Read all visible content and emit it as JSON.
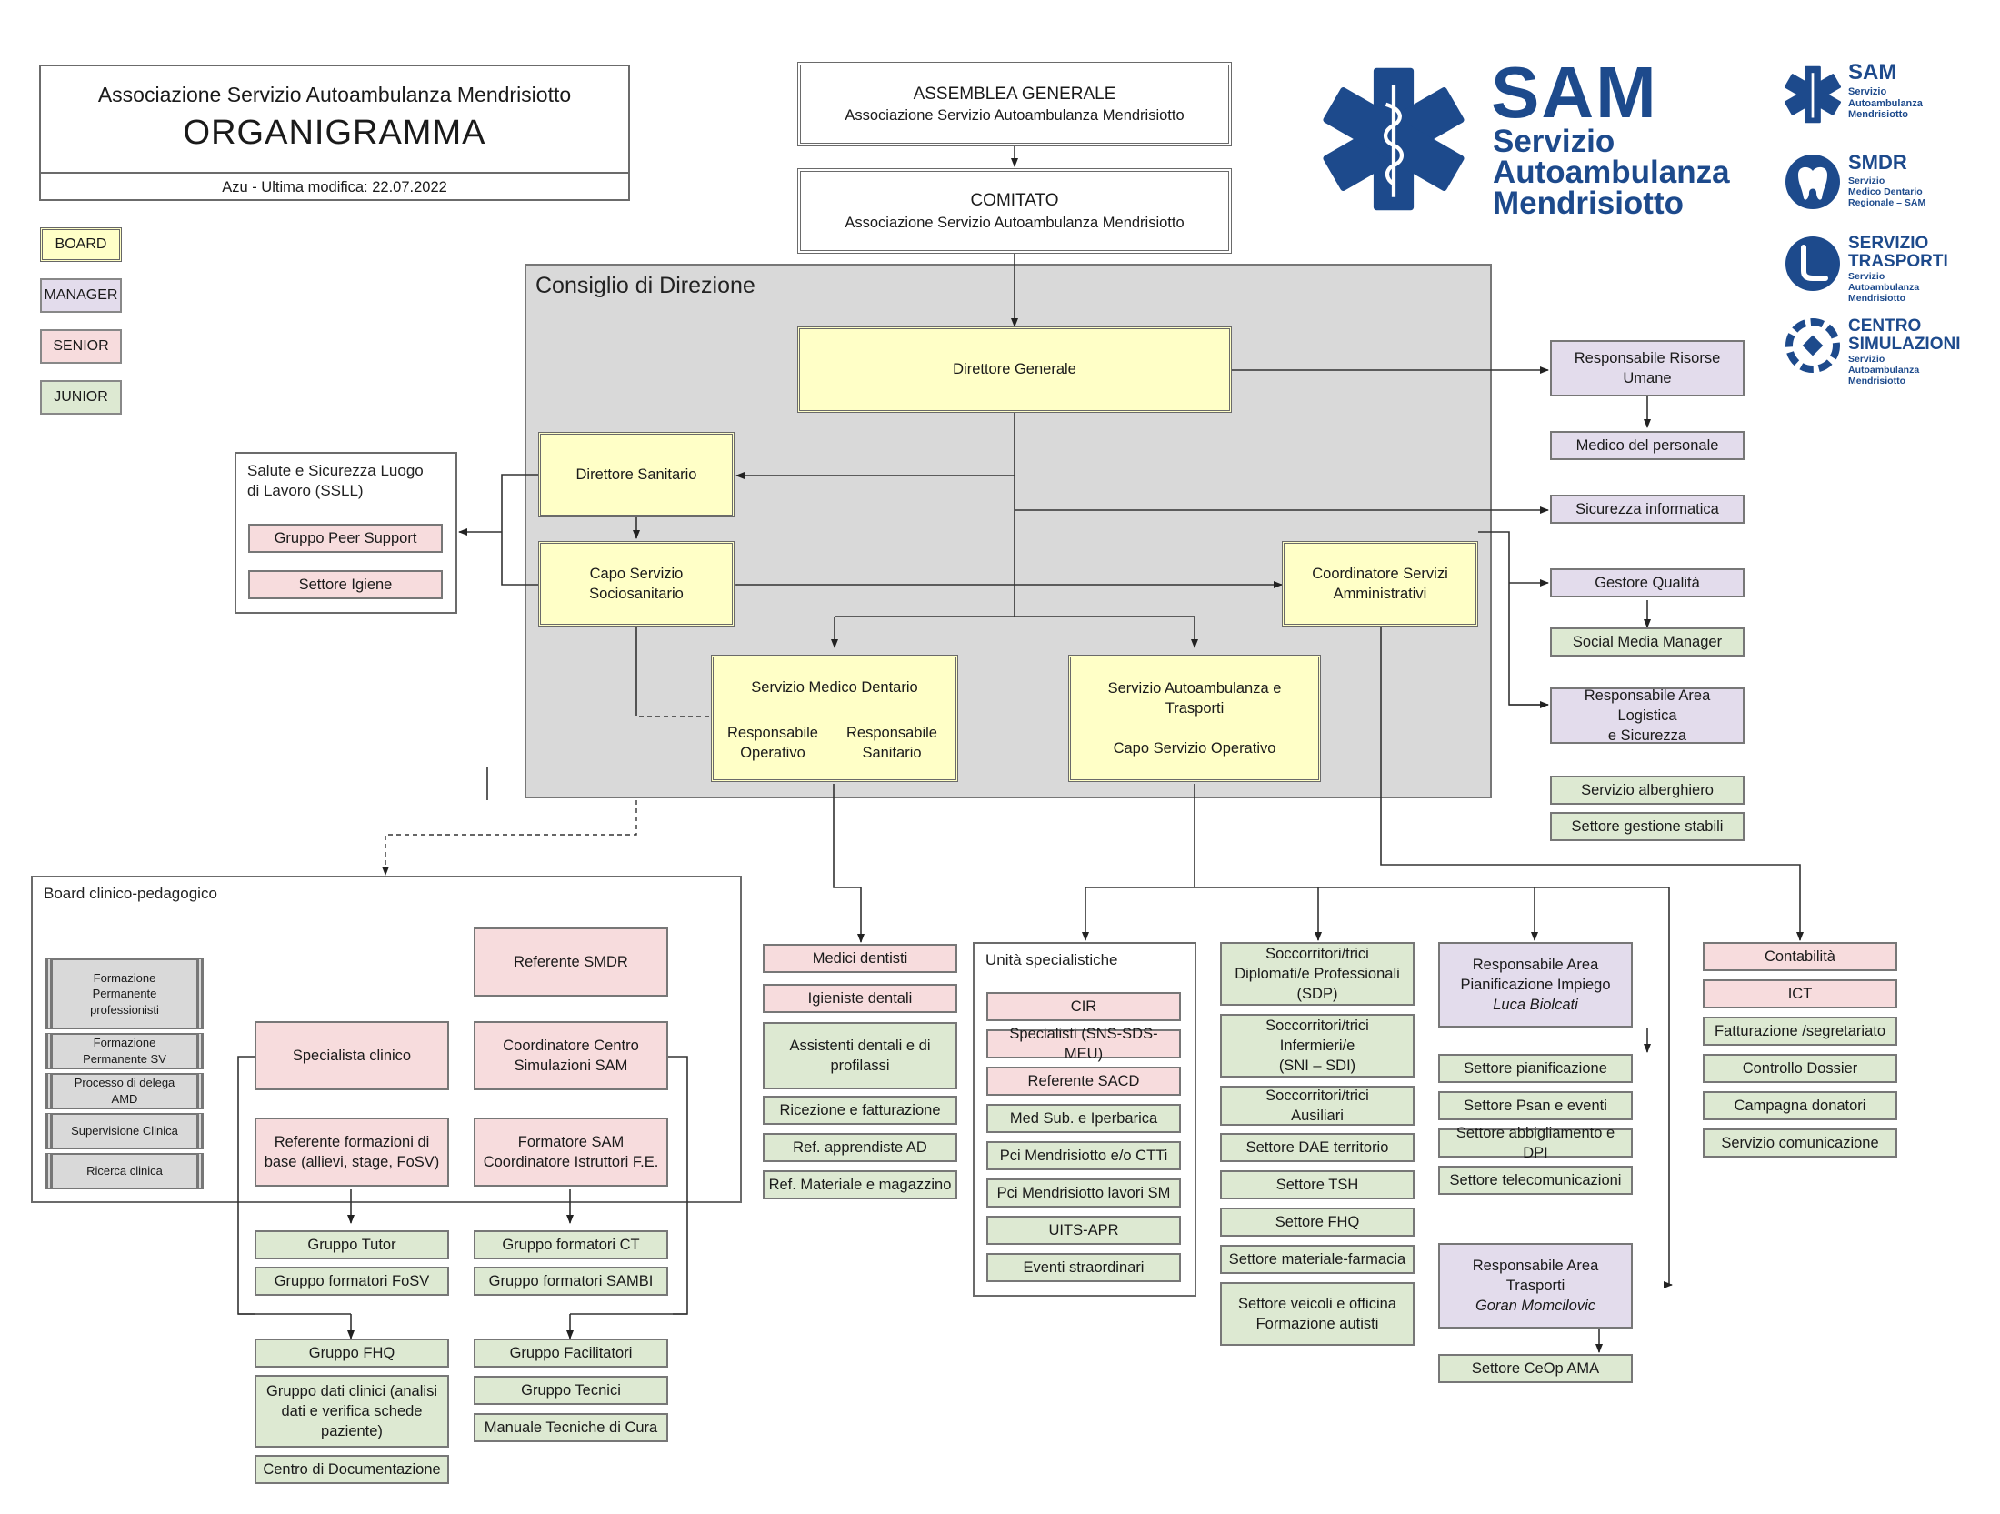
{
  "header": {
    "org": "Associazione Servizio Autoambulanza Mendrisiotto",
    "title": "ORGANIGRAMMA",
    "footer": "Azu - Ultima modifica: 22.07.2022"
  },
  "legend": [
    {
      "label": "BOARD",
      "color": "#ffffc7"
    },
    {
      "label": "MANAGER",
      "color": "#e3dcec"
    },
    {
      "label": "SENIOR",
      "color": "#f7dcdd"
    },
    {
      "label": "JUNIOR",
      "color": "#dde9d2"
    }
  ],
  "colors": {
    "brand_blue": "#1d4a8c",
    "board": "#ffffc7",
    "manager": "#e3dcec",
    "senior": "#f7dcdd",
    "junior": "#dde9d2",
    "group_grey": "#d9d9d9"
  },
  "logos": {
    "main": {
      "acronym": "SAM",
      "line1": "Servizio",
      "line2": "Autoambulanza",
      "line3": "Mendrisiotto",
      "icon": "star-of-life-icon"
    },
    "sam_small": {
      "title": "SAM",
      "sub": [
        "Servizio",
        "Autoambulanza",
        "Mendrisiotto"
      ],
      "icon": "star-of-life-icon"
    },
    "smdr": {
      "title": "SMDR",
      "sub": [
        "Servizio",
        "Medico Dentario",
        "Regionale – SAM"
      ],
      "icon": "tooth-icon"
    },
    "trasporti": {
      "title1": "SERVIZIO",
      "title2": "TRASPORTI",
      "sub": [
        "Servizio",
        "Autoambulanza",
        "Mendrisiotto"
      ],
      "icon": "seat-icon"
    },
    "simulazioni": {
      "title1": "CENTRO",
      "title2": "SIMULAZIONI",
      "sub": [
        "Servizio",
        "Autoambulanza",
        "Mendrisiotto"
      ],
      "icon": "target-icon"
    }
  },
  "top": {
    "assemblea": {
      "title": "ASSEMBLEA GENERALE",
      "sub": "Associazione Servizio Autoambulanza Mendrisiotto"
    },
    "comitato": {
      "title": "COMITATO",
      "sub": "Associazione Servizio Autoambulanza Mendrisiotto"
    }
  },
  "consiglio": {
    "title": "Consiglio di Direzione",
    "direttore_generale": "Direttore Generale",
    "direttore_sanitario": "Direttore Sanitario",
    "capo_servizio": [
      "Capo Servizio",
      "Sociosanitario"
    ],
    "coordinatore_servizi": [
      "Coordinatore Servizi",
      "Amministrativi"
    ],
    "smd": {
      "title": "Servizio Medico Dentario",
      "left": [
        "Responsabile",
        "Operativo"
      ],
      "right": [
        "Responsabile",
        "Sanitario"
      ]
    },
    "sat": {
      "title": [
        "Servizio Autoambulanza e",
        "Trasporti"
      ],
      "sub": "Capo Servizio Operativo"
    }
  },
  "ssll": {
    "title": [
      "Salute e Sicurezza Luogo",
      "di Lavoro (SSLL)"
    ],
    "items": [
      "Gruppo Peer Support",
      "Settore Igiene"
    ]
  },
  "right_col": {
    "hr": [
      "Responsabile Risorse",
      "Umane"
    ],
    "medico": "Medico del personale",
    "sicurezza": "Sicurezza informatica",
    "qualita": "Gestore Qualità",
    "social": "Social Media Manager",
    "logistica": [
      "Responsabile Area Logistica",
      "e Sicurezza"
    ],
    "alberghiero": "Servizio alberghiero",
    "stabili": "Settore gestione stabili"
  },
  "board_clinico": {
    "title": "Board clinico-pedagogico",
    "side": [
      [
        "Formazione",
        "Permanente",
        "professionisti"
      ],
      [
        "Formazione",
        "Permanente SV"
      ],
      [
        "Processo di delega",
        "AMD"
      ],
      [
        "Supervisione Clinica"
      ],
      [
        "Ricerca clinica"
      ]
    ],
    "referente_smdr": "Referente SMDR",
    "specialista": "Specialista clinico",
    "coordinatore_csim": [
      "Coordinatore Centro",
      "Simulazioni SAM"
    ],
    "referente_form": [
      "Referente formazioni di",
      "base (allievi, stage, FoSV)"
    ],
    "formatore": [
      "Formatore SAM",
      "Coordinatore Istruttori F.E."
    ]
  },
  "gruppi_left": [
    "Gruppo Tutor",
    "Gruppo formatori FoSV",
    "Gruppo FHQ",
    [
      "Gruppo dati clinici (analisi",
      "dati e verifica schede",
      "paziente)"
    ],
    "Centro di Documentazione"
  ],
  "gruppi_right": [
    "Gruppo formatori CT",
    "Gruppo formatori SAMBI",
    "Gruppo Facilitatori",
    "Gruppo Tecnici",
    "Manuale Tecniche di Cura"
  ],
  "dentario": {
    "medici": "Medici dentisti",
    "igieniste": "Igieniste dentali",
    "assistenti": [
      "Assistenti dentali e di",
      "profilassi"
    ],
    "ricezione": "Ricezione e fatturazione",
    "apprendiste": "Ref. apprendiste AD",
    "materiale": "Ref. Materiale e magazzino"
  },
  "unita": {
    "title": "Unità specialistiche",
    "items": [
      "CIR",
      "Specialisti (SNS-SDS-MEU)",
      "Referente SACD",
      "Med Sub. e Iperbarica",
      "Pci Mendrisiotto e/o CTTi",
      "Pci Mendrisiotto lavori SM",
      "UITS-APR",
      "Eventi straordinari"
    ]
  },
  "soccorritori": {
    "sdp": [
      "Soccorritori/trici",
      "Diplomati/e Professionali",
      "(SDP)"
    ],
    "sni": [
      "Soccorritori/trici",
      "Infermieri/e",
      "(SNI – SDI)"
    ],
    "ausiliari": [
      "Soccorritori/trici",
      "Ausiliari"
    ],
    "dae": "Settore DAE territorio",
    "tsh": "Settore TSH",
    "fhq": "Settore FHQ",
    "farmacia": "Settore materiale-farmacia",
    "veicoli": [
      "Settore veicoli e officina",
      "Formazione autisti"
    ]
  },
  "pianificazione": {
    "head": [
      "Responsabile Area",
      "Pianificazione Impiego"
    ],
    "name": "Luca Biolcati",
    "items": [
      "Settore pianificazione",
      "Settore Psan e eventi",
      "Settore abbigliamento e DPI",
      "Settore telecomunicazioni"
    ]
  },
  "trasporti": {
    "head": [
      "Responsabile Area",
      "Trasporti"
    ],
    "name": "Goran Momcilovic",
    "item": "Settore CeOp AMA"
  },
  "amministrativi": {
    "items": [
      "Contabilità",
      "ICT",
      "Fatturazione /segretariato",
      "Controllo Dossier",
      "Campagna donatori",
      "Servizio comunicazione"
    ]
  }
}
